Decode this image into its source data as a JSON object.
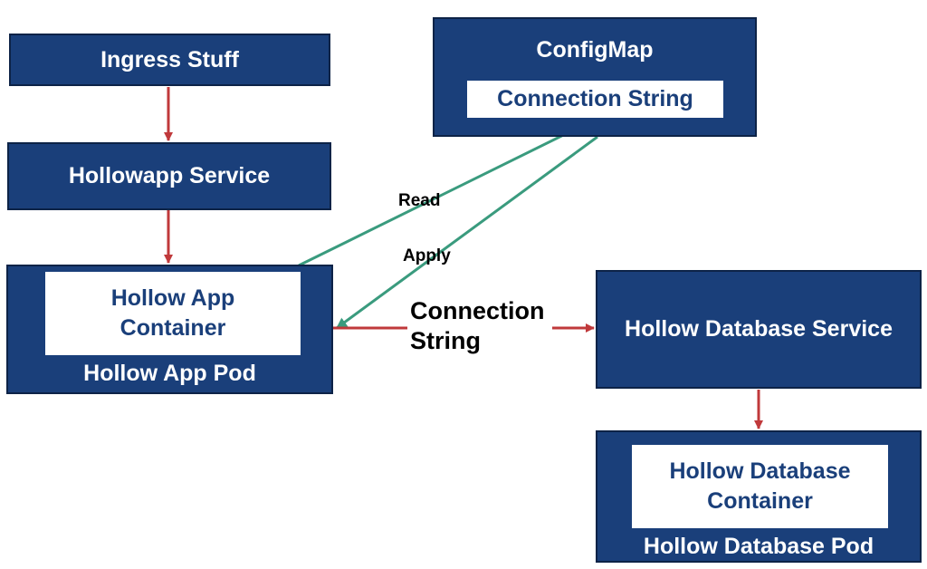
{
  "nodes": {
    "ingress": "Ingress Stuff",
    "hollowapp_service": "Hollowapp Service",
    "app_pod": {
      "title": "Hollow App Pod",
      "container": "Hollow App Container"
    },
    "configmap": {
      "title": "ConfigMap",
      "entry": "Connection String"
    },
    "db_service": "Hollow Database Service",
    "db_pod": {
      "title": "Hollow Database Pod",
      "container": "Hollow Database Container"
    }
  },
  "edges": {
    "read": "Read",
    "apply": "Apply",
    "connection_string": "Connection String"
  },
  "colors": {
    "box_fill": "#1a3f7a",
    "red_arrow": "#c0393b",
    "green_arrow": "#3a9b7e"
  }
}
